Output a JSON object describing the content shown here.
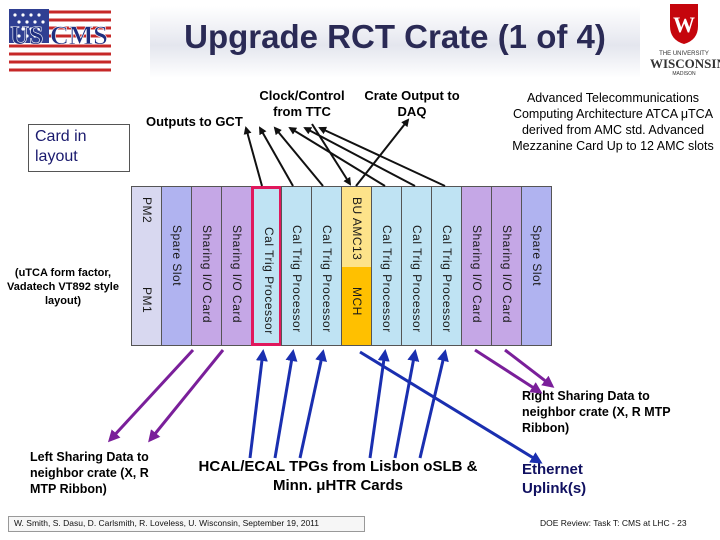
{
  "title": "Upgrade RCT Crate (1 of 4)",
  "logos": {
    "left": "US CMS",
    "right_line1": "THE UNIVERSITY",
    "right_line2": "WISCONSIN",
    "right_line3": "MADISON"
  },
  "labels": {
    "card_in_layout": "Card in layout",
    "outputs_to_gct": "Outputs to GCT",
    "clock_control": "Clock/Control from TTC",
    "crate_output": "Crate Output to DAQ",
    "atca_note": "Advanced Telecommunications Computing Architecture ATCA μTCA derived from AMC std. Advanced Mezzanine Card Up to 12 AMC slots",
    "utca_form_factor": "(uTCA form factor, Vadatech VT892 style layout)",
    "right_sharing": "Right Sharing Data to neighbor crate (X, R MTP Ribbon)",
    "left_sharing": "Left Sharing Data to neighbor crate (X, R MTP Ribbon)",
    "tpgs": "HCAL/ECAL TPGs from Lisbon oSLB & Minn. μHTR Cards",
    "ethernet": "Ethernet Uplink(s)"
  },
  "slots": [
    {
      "id": "pm",
      "top_label": "PM2",
      "bottom_label": "PM1",
      "color": "#d8d8f0"
    },
    {
      "id": "spare-left",
      "label": "Spare Slot",
      "color": "#b0b3f0"
    },
    {
      "id": "sharing-1",
      "label": "Sharing I/O Card",
      "color": "#c5a7e6"
    },
    {
      "id": "sharing-2",
      "label": "Sharing I/O Card",
      "color": "#c5a7e6"
    },
    {
      "id": "ctp-1",
      "label": "Cal Trig Processor",
      "color": "#bfe3f3"
    },
    {
      "id": "ctp-2",
      "label": "Cal Trig Processor",
      "color": "#bfe3f3"
    },
    {
      "id": "ctp-3",
      "label": "Cal Trig Processor",
      "color": "#bfe3f3"
    },
    {
      "id": "mch",
      "top_label": "BU AMC13",
      "bottom_label": "MCH",
      "color": "#f7c431"
    },
    {
      "id": "ctp-4",
      "label": "Cal Trig Processor",
      "color": "#bfe3f3"
    },
    {
      "id": "ctp-5",
      "label": "Cal Trig Processor",
      "color": "#bfe3f3"
    },
    {
      "id": "ctp-6",
      "label": "Cal Trig Processor",
      "color": "#bfe3f3"
    },
    {
      "id": "sharing-3",
      "label": "Sharing I/O Card",
      "color": "#c5a7e6"
    },
    {
      "id": "sharing-4",
      "label": "Sharing I/O Card",
      "color": "#c5a7e6"
    },
    {
      "id": "spare-right",
      "label": "Spare Slot",
      "color": "#b0b3f0"
    }
  ],
  "footer": {
    "left": "W. Smith, S. Dasu, D. Carlsmith, R. Loveless, U. Wisconsin, September 19, 2011",
    "right": "DOE Review: Task T: CMS at LHC - 23"
  }
}
